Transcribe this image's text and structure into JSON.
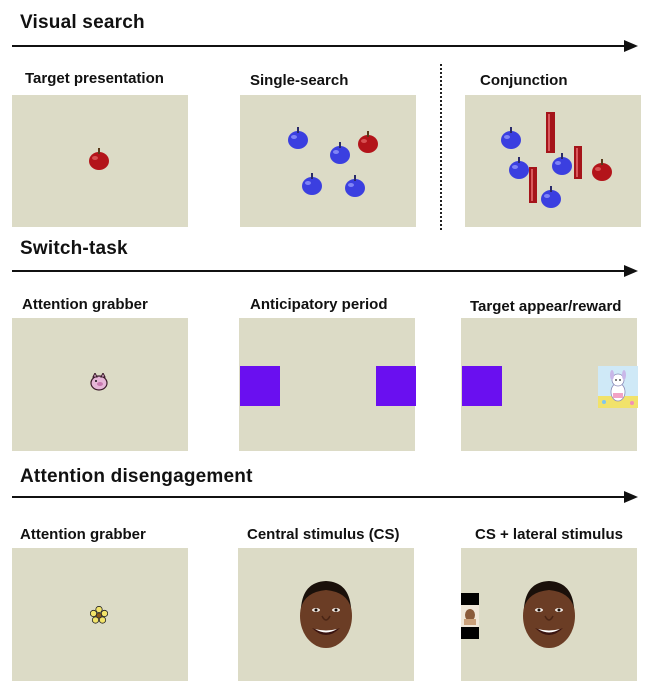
{
  "sections": {
    "visual_search": {
      "title": "Visual search",
      "panels": [
        "Target presentation",
        "Single-search",
        "Conjunction"
      ]
    },
    "switch_task": {
      "title": "Switch-task",
      "panels": [
        "Attention grabber",
        "Anticipatory period",
        "Target appear/reward"
      ]
    },
    "attention_disengagement": {
      "title": "Attention disengagement",
      "panels": [
        "Attention grabber",
        "Central stimulus (CS)",
        "CS + lateral stimulus"
      ]
    }
  },
  "colors": {
    "panel_bg": "#dcdbc6",
    "red_apple": "#b3141a",
    "blue_apple": "#3b3fe0",
    "red_bar": "#a5141a",
    "purple_square": "#6a0ff0"
  }
}
